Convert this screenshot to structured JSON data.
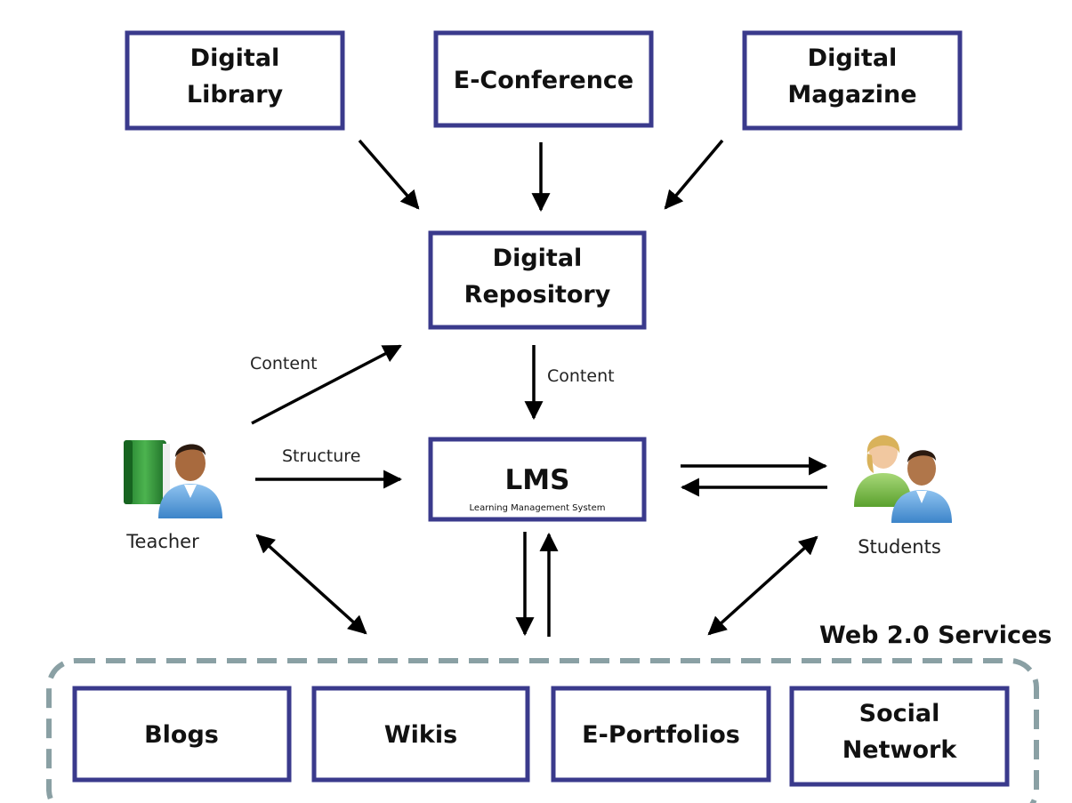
{
  "colors": {
    "box_border": "#3a3a8c",
    "group_border": "#8aa0a4",
    "arrow": "#000000"
  },
  "sources": {
    "digital_library": [
      "Digital",
      "Library"
    ],
    "e_conference": [
      "E-Conference"
    ],
    "digital_magazine": [
      "Digital",
      "Magazine"
    ]
  },
  "repository": [
    "Digital",
    "Repository"
  ],
  "lms": {
    "title": "LMS",
    "subtitle": "Learning Management System"
  },
  "edge_labels": {
    "teacher_to_repository": "Content",
    "repository_to_lms": "Content",
    "teacher_to_lms": "Structure"
  },
  "actors": {
    "teacher": {
      "label": "Teacher",
      "icon": "teacher-book-icon"
    },
    "students": {
      "label": "Students",
      "icon": "students-icon"
    }
  },
  "web20": {
    "title": "Web 2.0 Services",
    "services": {
      "blogs": [
        "Blogs"
      ],
      "wikis": [
        "Wikis"
      ],
      "eportfolios": [
        "E-Portfolios"
      ],
      "social_network": [
        "Social",
        "Network"
      ]
    }
  }
}
